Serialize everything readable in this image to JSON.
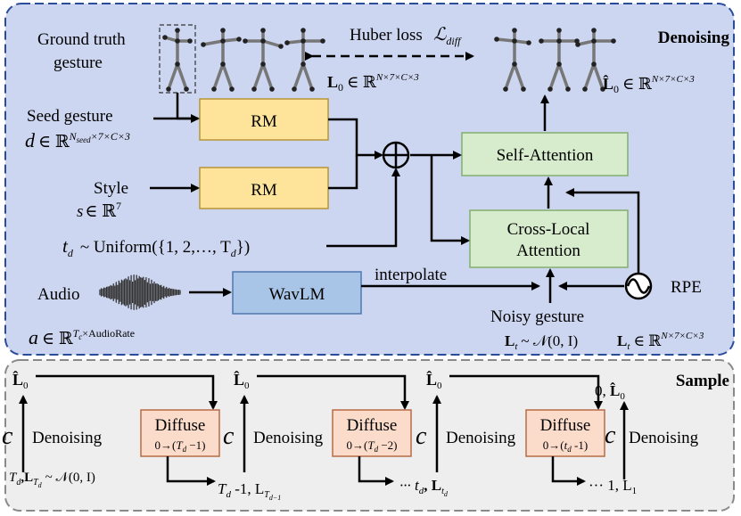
{
  "colors": {
    "denoise_panel_fill": "#cdd6f0",
    "denoise_panel_border": "#2a4d9a",
    "sample_panel_fill": "#eeeeee",
    "sample_panel_border": "#8a8a8a",
    "rm_fill": "#fde49a",
    "rm_border": "#b79437",
    "attention_fill": "#d6eccc",
    "attention_border": "#84ae6e",
    "wavlm_fill": "#a8c4e6",
    "wavlm_border": "#4f78b0",
    "diffuse_fill": "#fbdccb",
    "diffuse_border": "#b76b46",
    "skeleton": "#777777",
    "joint": "#222222"
  },
  "denoising": {
    "title": "Denoising",
    "ground_truth_label_1": "Ground truth",
    "ground_truth_label_2": "gesture",
    "huber_loss": "Huber loss",
    "loss_symbol": "ℒ",
    "loss_sub": "diff",
    "L0_label": "L",
    "L0_sub": "0",
    "L0_member": "∈ ℝ",
    "L0_dims": "N×7×C×3",
    "L0hat_label": "L̂",
    "L0hat_sub": "0",
    "L0hat_member": "∈ ℝ",
    "L0hat_dims": "N×7×C×3",
    "seed_label": "Seed gesture",
    "seed_var": "d",
    "seed_member": "∈ ℝ",
    "seed_dims_pre": "N",
    "seed_dims_sub": "seed",
    "seed_dims_post": "×7×C×3",
    "style_label": "Style",
    "style_var": "s",
    "style_member": "∈ ℝ",
    "style_dims": "7",
    "rm1": "RM",
    "rm2": "RM",
    "plus": "⊕",
    "td_var": "t",
    "td_sub": "d",
    "td_dist": "~ Uniform({1, 2,…, T",
    "td_dist_sub": "d",
    "td_dist_end": "})",
    "self_attention": "Self-Attention",
    "cross_local_1": "Cross-Local",
    "cross_local_2": "Attention",
    "audio_label": "Audio",
    "wavlm": "WavLM",
    "interpolate": "interpolate",
    "rpe": "RPE",
    "noisy_label": "Noisy gesture",
    "noisy_var": "L",
    "noisy_sub": "t",
    "noisy_dist": "~ 𝒩(0, I)",
    "lt_var": "L",
    "lt_sub": "t",
    "lt_member": "∈ ℝ",
    "lt_dims": "N×7×C×3",
    "audio_var": "a",
    "audio_member": "∈ ℝ",
    "audio_dims_pre": "T",
    "audio_dims_sub": "c",
    "audio_dims_post": "×AudioRate"
  },
  "sample": {
    "title": "Sample",
    "c": "c",
    "denoising": "Denoising",
    "diffuse": "Diffuse",
    "diffuse_ranges": [
      {
        "pre": "0→(",
        "var": "T",
        "sub": "d",
        "post": " −1)"
      },
      {
        "pre": "0→(",
        "var": "T",
        "sub": "d",
        "post": " −2)"
      },
      {
        "pre": "0→(",
        "var": "t",
        "sub": "d",
        "post": " -1)"
      }
    ],
    "L0hat": "L̂",
    "L0hat_sub": "0",
    "start_label": "T",
    "start_sub": "d",
    "start_L": ",L",
    "start_L_sub": "T",
    "start_L_subsub": "d",
    "start_dist": "~ 𝒩(0, I)",
    "step1_pre": "T",
    "step1_sub": "d",
    "step1_mid": " -1, L",
    "step1_L_sub": "T",
    "step1_L_subsub": "d−1",
    "step2_pre": "··· t",
    "step2_sub": "d",
    "step2_L": ", L",
    "step2_L_sub": "t",
    "step2_L_subsub": "d",
    "step3_pre": "··· 1, L",
    "step3_sub": "1",
    "final_pre": "0, ",
    "final_L": "L̂",
    "final_sub": "0"
  }
}
